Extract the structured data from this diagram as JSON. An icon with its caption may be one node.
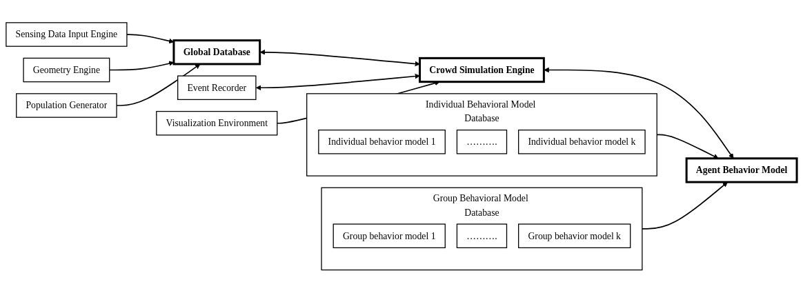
{
  "diagram": {
    "nodes": [
      {
        "text": [
          "Sensing Data Input Engine"
        ]
      },
      {
        "text": [
          "Global Database"
        ]
      },
      {
        "text": [
          "Population Generator"
        ]
      },
      {
        "text": [
          "Geometry Engine"
        ]
      },
      {
        "text": [
          "Event Recorder"
        ]
      },
      {
        "text": [
          "Crowd Simulation Engine"
        ]
      },
      {
        "text": [
          "Visualization Environment"
        ]
      },
      {
        "text": [
          "Individual Behavioral Model Database"
        ]
      },
      {
        "text": [
          "Agent Behavior Model"
        ]
      },
      {
        "text": [
          "Group Behavioral Model Database"
        ]
      },
      {
        "text": [
          "Individual behavior model 1"
        ],
        "in": 7
      },
      {
        "text": [
          "………."
        ],
        "in": 7
      },
      {
        "text": [
          "Individual behavior model k"
        ],
        "in": 7
      },
      {
        "text": [
          "Group behavior model 1"
        ],
        "in": 9
      },
      {
        "text": [
          "………."
        ],
        "in": 9
      },
      {
        "text": [
          "Group behavior model k"
        ],
        "in": 9
      }
    ],
    "edges": [
      {
        "from": 0,
        "to": 1,
        "arrow": "to"
      },
      {
        "from": 3,
        "to": 1,
        "arrow": "to"
      },
      {
        "from": 2,
        "to": 1,
        "arrow": "to"
      },
      {
        "from": 1,
        "to": 5,
        "arrow": "both"
      },
      {
        "from": 4,
        "to": 5,
        "arrow": "both"
      },
      {
        "from": 6,
        "to": 5,
        "arrow": "to"
      },
      {
        "from": 5,
        "to": 8,
        "arrow": "both"
      },
      {
        "from": 7,
        "to": 8,
        "arrow": "to"
      },
      {
        "from": 9,
        "to": 8,
        "arrow": "to"
      }
    ]
  }
}
